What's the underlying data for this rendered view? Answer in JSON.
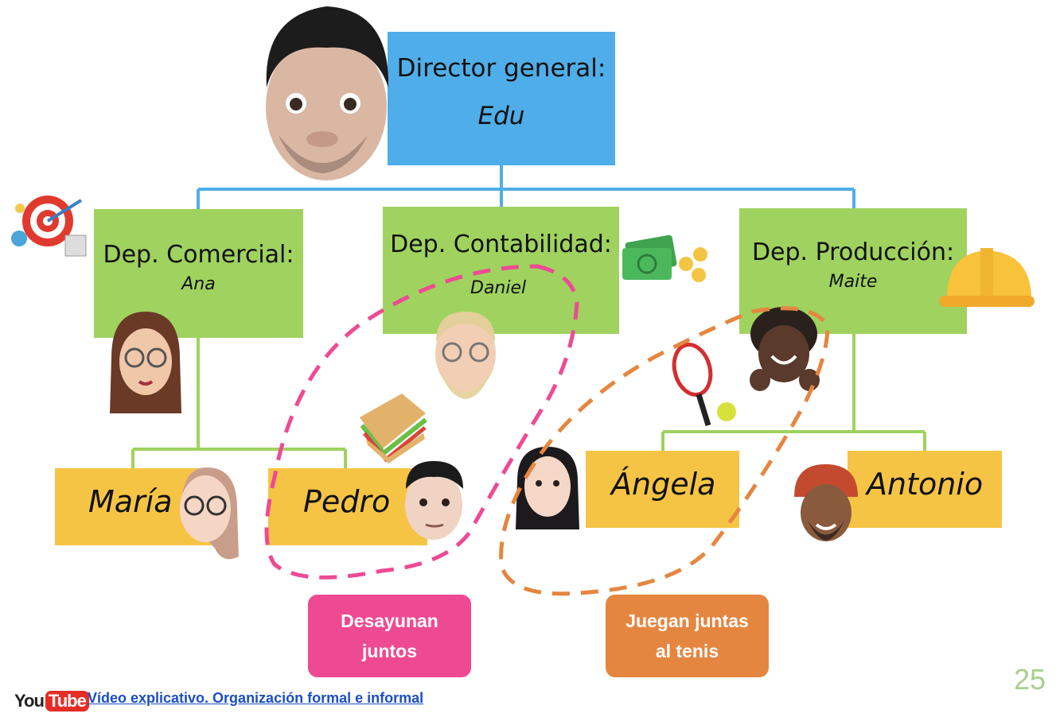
{
  "director": {
    "title": "Director general:",
    "name": "Edu"
  },
  "departments": [
    {
      "title": "Dep. Comercial:",
      "name": "Ana"
    },
    {
      "title": "Dep. Contabilidad:",
      "name": "Daniel"
    },
    {
      "title": "Dep. Producción:",
      "name": "Maite"
    }
  ],
  "employees": [
    "María",
    "Pedro",
    "Ángela",
    "Antonio"
  ],
  "groups": [
    {
      "label": "Desayunan juntos",
      "color": "#ee4a94"
    },
    {
      "label": "Juegan juntas al tenis",
      "color": "#e58640"
    }
  ],
  "colors": {
    "director": "#4faee9",
    "department": "#9fd25f",
    "employee": "#f6c445",
    "connector_blue": "#4faee9",
    "connector_green": "#9fd25f"
  },
  "footer": {
    "youtube_you": "You",
    "youtube_tube": "Tube",
    "link_text": "Vídeo explicativo. Organización formal e informal"
  },
  "page_number": "25",
  "icons": [
    "memoji-edu-icon",
    "target-icon",
    "memoji-ana-icon",
    "memoji-daniel-icon",
    "money-icon",
    "hard-hat-icon",
    "memoji-maite-icon",
    "tennis-racket-icon",
    "sandwich-icon",
    "memoji-maria-icon",
    "memoji-pedro-icon",
    "memoji-angela-icon",
    "memoji-antonio-icon"
  ]
}
